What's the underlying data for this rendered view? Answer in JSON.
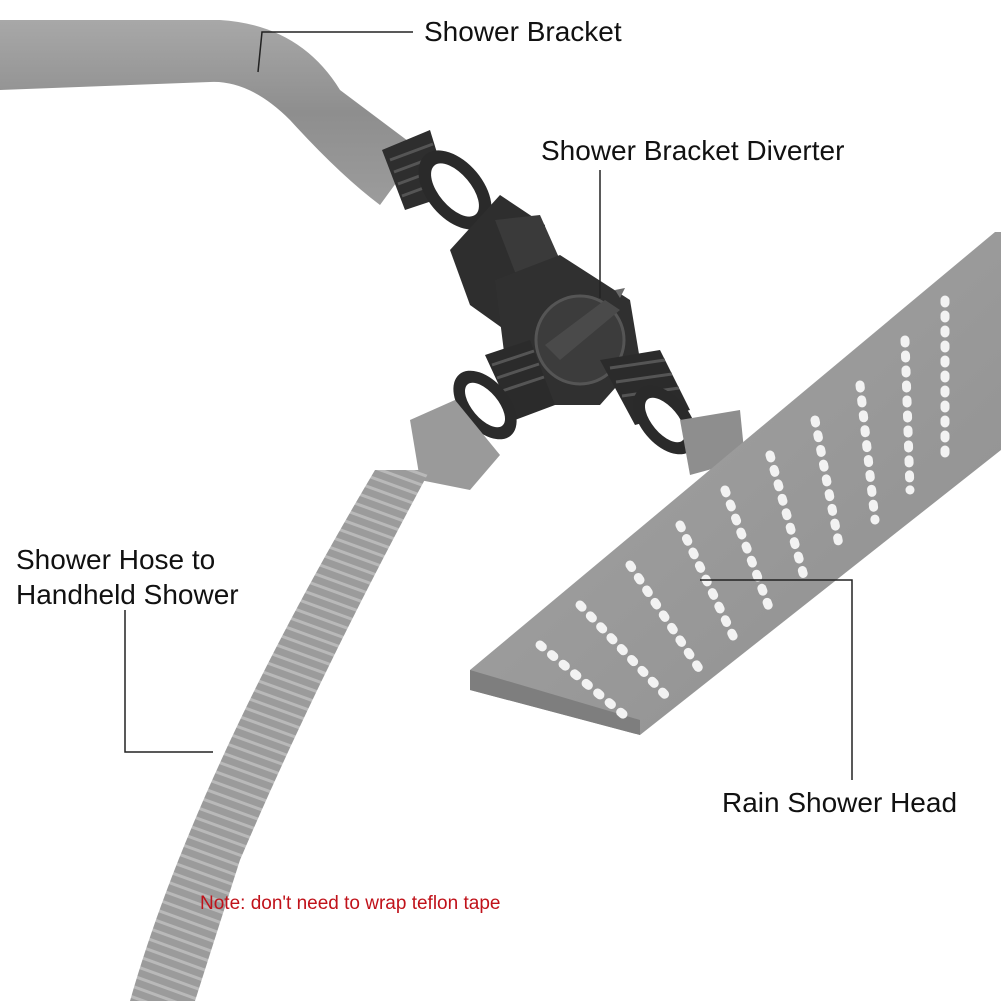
{
  "labels": {
    "shower_bracket": "Shower Bracket",
    "bracket_diverter": "Shower Bracket Diverter",
    "hose_line1": "Shower Hose to",
    "hose_line2": "Handheld Shower",
    "rain_head": "Rain Shower Head"
  },
  "note": "Note: don't need to wrap teflon tape",
  "colors": {
    "note_text": "#c0121a",
    "label_text": "#111111",
    "metal_gray": "#9a9a9a",
    "diverter_black": "#2b2b2b"
  }
}
